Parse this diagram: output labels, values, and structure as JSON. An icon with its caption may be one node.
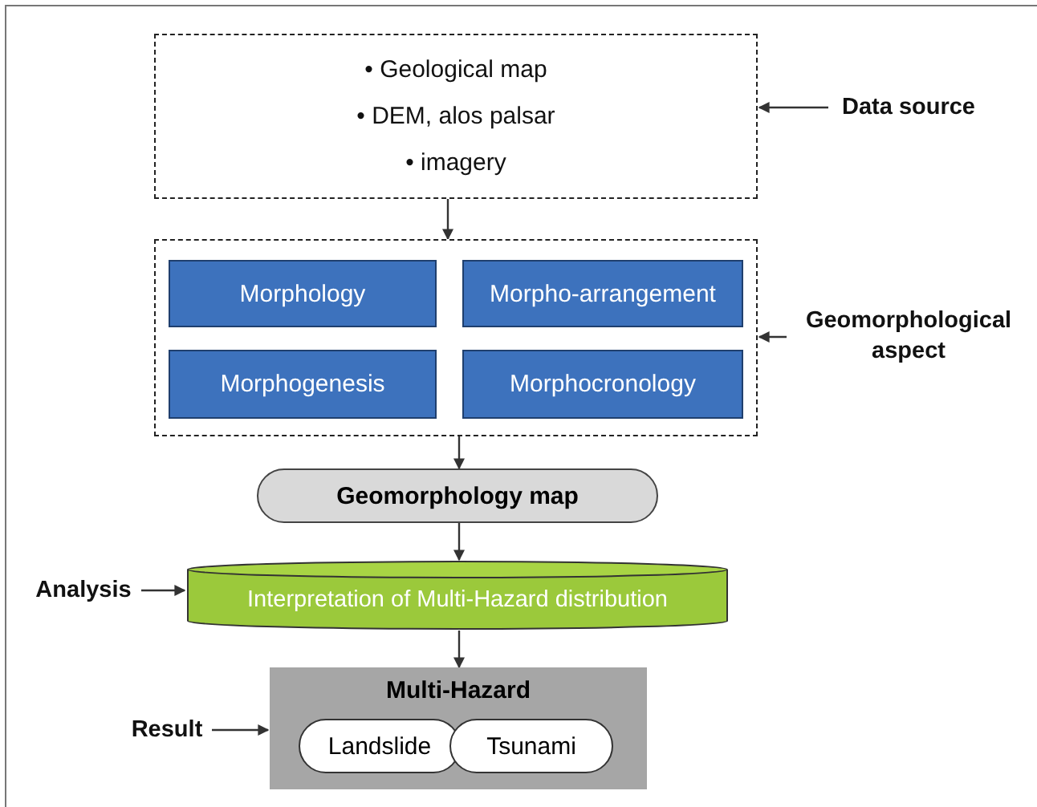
{
  "diagram": {
    "nodes": [
      {
        "text": [
          "• Geological map",
          "• DEM, alos palsar",
          "• imagery"
        ]
      },
      {
        "text": [
          "Data source"
        ]
      },
      {
        "text": [],
        "shape": "box"
      },
      {
        "text": [
          "Morphology"
        ],
        "in": 2
      },
      {
        "text": [
          "Morpho-arrangement"
        ],
        "in": 2
      },
      {
        "text": [
          "Morphogenesis"
        ],
        "in": 2
      },
      {
        "text": [
          "Morphocronology"
        ],
        "in": 2
      },
      {
        "text": [
          "Geomorphological aspect"
        ]
      },
      {
        "text": [
          "Geomorphology map"
        ]
      },
      {
        "text": [
          "Interpretation of Multi-Hazard distribution"
        ]
      },
      {
        "text": [
          "Analysis"
        ]
      },
      {
        "text": [
          "Multi-Hazard"
        ]
      },
      {
        "text": [
          "Landslide"
        ],
        "in": 11
      },
      {
        "text": [
          "Tsunami"
        ],
        "in": 11
      },
      {
        "text": [
          "Result"
        ]
      }
    ],
    "edges": [
      {
        "from": 1,
        "to": 0,
        "arrow": "to"
      },
      {
        "from": 0,
        "to": 2,
        "arrow": "to"
      },
      {
        "from": 7,
        "to": 2,
        "arrow": "to"
      },
      {
        "from": 2,
        "to": 8,
        "arrow": "to"
      },
      {
        "from": 8,
        "to": 9,
        "arrow": "to"
      },
      {
        "from": 10,
        "to": 9,
        "arrow": "to"
      },
      {
        "from": 9,
        "to": 11,
        "arrow": "to"
      },
      {
        "from": 14,
        "to": 11,
        "arrow": "to"
      }
    ]
  }
}
